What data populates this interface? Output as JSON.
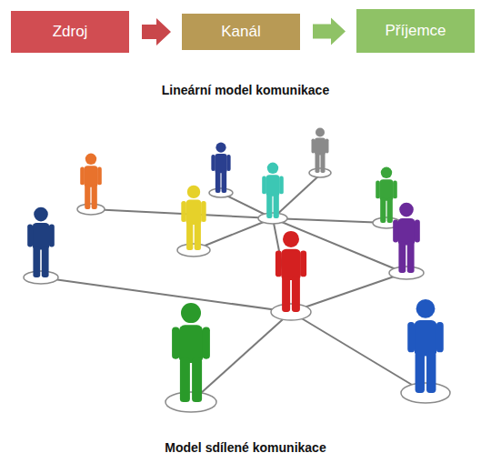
{
  "diagram": {
    "nodes": [
      {
        "text": [
          "Zdroj"
        ]
      },
      {
        "text": [
          "Kanál"
        ]
      },
      {
        "text": [
          "Příjemce"
        ]
      }
    ],
    "edges": [
      {
        "from": 0,
        "to": 1,
        "arrow": "to"
      },
      {
        "from": 1,
        "to": 2,
        "arrow": "to"
      }
    ],
    "labels": [
      "Lineární model komunikace",
      "Model sdílené komunikace"
    ]
  }
}
